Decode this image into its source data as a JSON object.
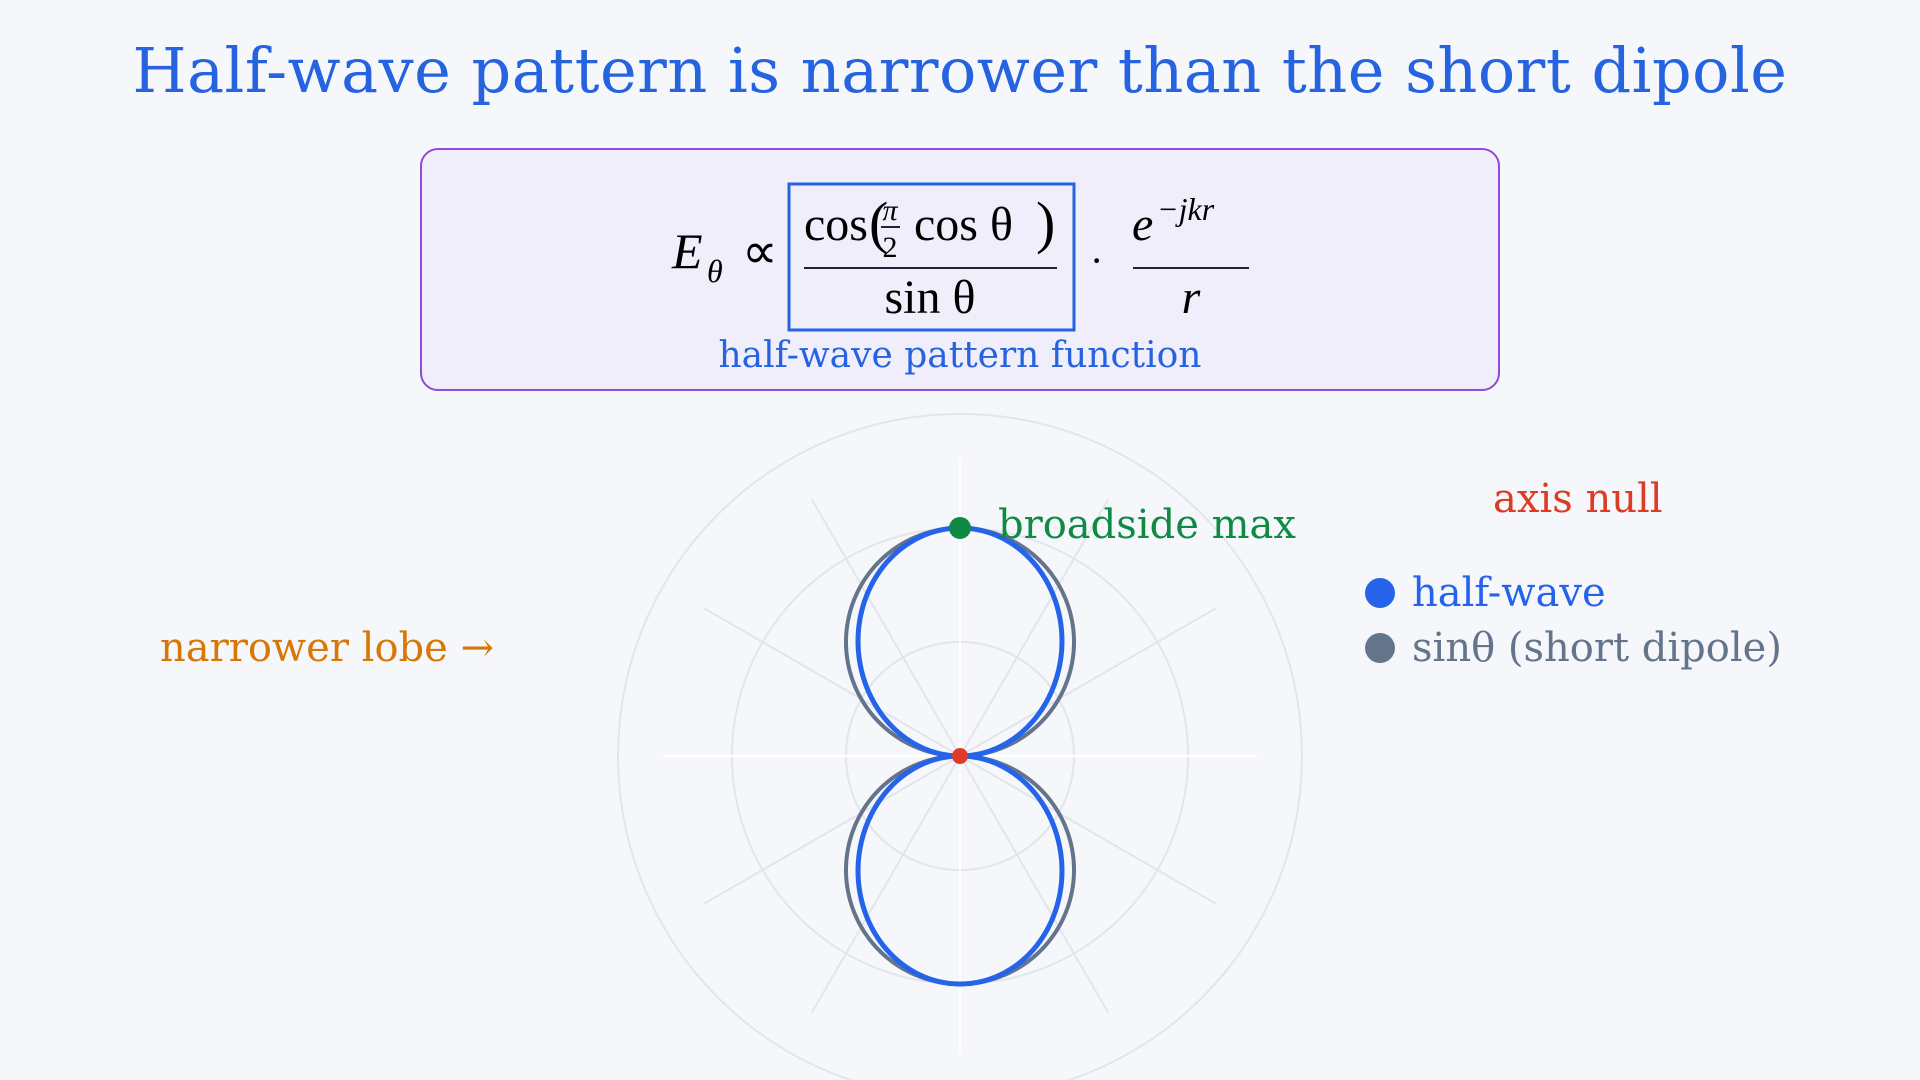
{
  "title": "Half-wave pattern is narrower than the short dipole",
  "formula": {
    "lhs_symbol": "E",
    "lhs_subscript": "θ",
    "relation": "∝",
    "numerator_func": "cos",
    "numerator_frac_num": "π",
    "numerator_frac_den": "2",
    "numerator_inner": "cos θ",
    "denominator": "sin θ",
    "dot": "·",
    "exp_base": "e",
    "exp_power": "−jkr",
    "exp_denominator": "r",
    "caption": "half-wave pattern function"
  },
  "annotations": {
    "broadside": "broadside max",
    "axis_null": "axis null",
    "narrower": "narrower lobe →"
  },
  "legend": [
    {
      "label": "half-wave",
      "color": "#2563eb"
    },
    {
      "label": "sinθ (short dipole)",
      "color": "#64748b"
    }
  ],
  "colors": {
    "title": "#2563e0",
    "halfwave": "#2563eb",
    "short_dipole": "#64748b",
    "broadside": "#0f8a45",
    "null": "#dc3b26",
    "narrower": "#d97706",
    "box_border": "#8b4fd6",
    "grid": "#e3e5ea"
  }
}
